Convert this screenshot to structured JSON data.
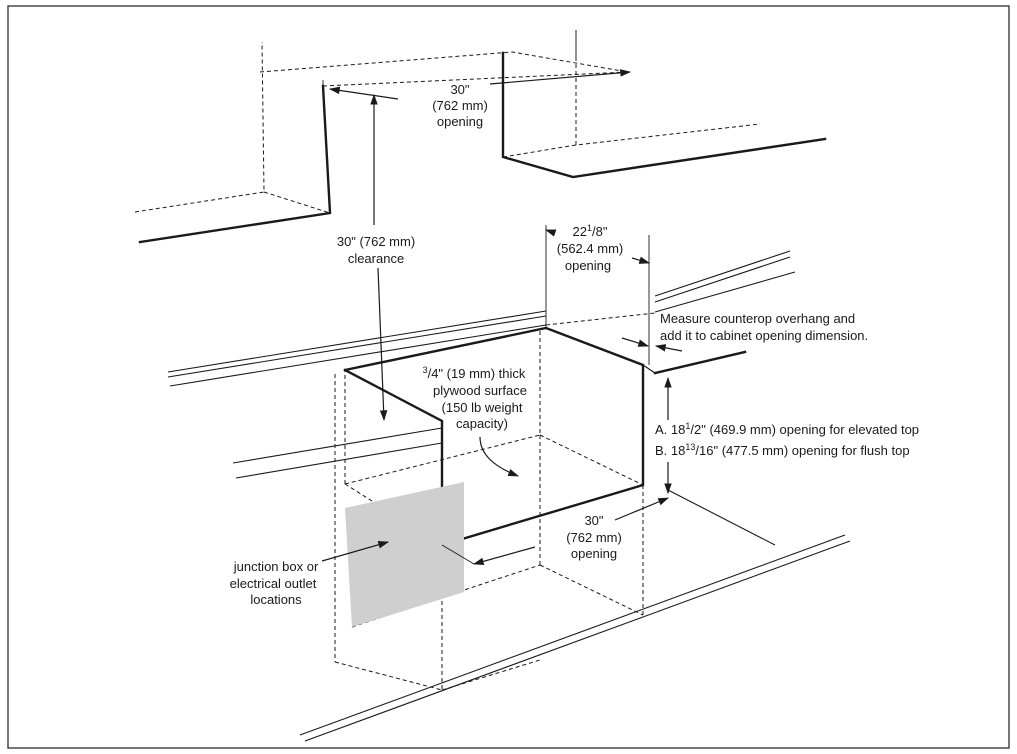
{
  "labels": {
    "top_opening": {
      "value": "30\"",
      "metric": "(762 mm)",
      "word": "opening"
    },
    "clearance": {
      "line1": "30\" (762 mm)",
      "line2": "clearance"
    },
    "depth_opening": {
      "whole": "22",
      "num": "1",
      "den": "8",
      "quote": "\"",
      "metric": "(562.4 mm)",
      "word": "opening"
    },
    "overhang_note": {
      "line1": "Measure counterop overhang and",
      "line2": "add it to cabinet opening dimension."
    },
    "plywood": {
      "num": "3",
      "rest": "/4\" (19 mm) thick",
      "line2": "plywood surface",
      "line3": "(150 lb weight",
      "line4": "capacity)"
    },
    "height_a": {
      "prefix": "A.  18",
      "num": "1",
      "slash": "/",
      "den": "2",
      "rest": "\" (469.9 mm) opening for elevated top"
    },
    "height_b": {
      "prefix": "B.  18",
      "num": "13",
      "slash": "/",
      "den": "16",
      "rest": "\" (477.5 mm) opening for flush top"
    },
    "width_opening": {
      "value": "30\"",
      "metric": "(762 mm)",
      "word": "opening"
    },
    "junction": {
      "line1": "junction box or",
      "line2": "electrical outlet",
      "line3": "locations"
    }
  },
  "colors": {
    "line": "#1a1a1a",
    "junction_fill": "#cfcfcf",
    "background": "#ffffff"
  }
}
